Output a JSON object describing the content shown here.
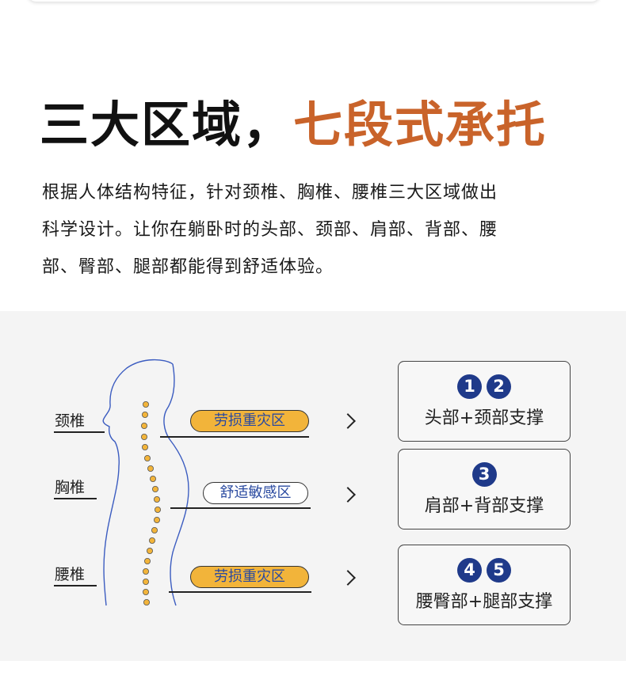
{
  "headline": {
    "part1": "三大区域，",
    "part2": "七段式承托"
  },
  "description": {
    "line1": "根据人体结构特征，针对颈椎、胸椎、腰椎三大区域做出",
    "line2": "科学设计。让你在躺卧时的头部、颈部、肩部、背部、腰",
    "line3": "部、臀部、腿部都能得到舒适体验。"
  },
  "colors": {
    "accent_orange": "#c9632a",
    "badge_blue": "#1f3a8a",
    "stress_tag_yellow": "#f2b43a",
    "spine_dot": "#f2b43a"
  },
  "zones": [
    {
      "label": "颈椎",
      "tag": "劳损重灾区",
      "tag_type": "stress"
    },
    {
      "label": "胸椎",
      "tag": "舒适敏感区",
      "tag_type": "comfort"
    },
    {
      "label": "腰椎",
      "tag": "劳损重灾区",
      "tag_type": "stress"
    }
  ],
  "support_boxes": [
    {
      "numbers": [
        "1",
        "2"
      ],
      "text": "头部+颈部支撑"
    },
    {
      "numbers": [
        "3"
      ],
      "text": "肩部+背部支撑"
    },
    {
      "numbers": [
        "4",
        "5"
      ],
      "text": "腰臀部+腿部支撑"
    }
  ],
  "icons": {
    "arrow": "chevron-right-icon",
    "silhouette": "human-body-silhouette-icon"
  }
}
